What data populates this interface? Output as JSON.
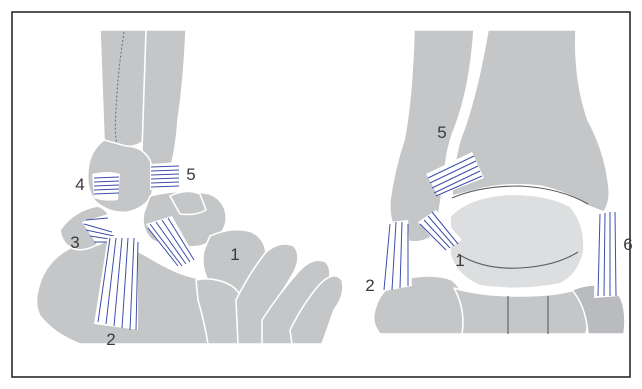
{
  "labels": {
    "left_view": [
      "4",
      "5",
      "3",
      "1",
      "2"
    ],
    "right_view": [
      "5",
      "1",
      "2",
      "6"
    ]
  },
  "colors": {
    "bone": "#c4c6c8",
    "ligament_fibers": "#3c4fa8",
    "frame": "#2a2a2a"
  }
}
